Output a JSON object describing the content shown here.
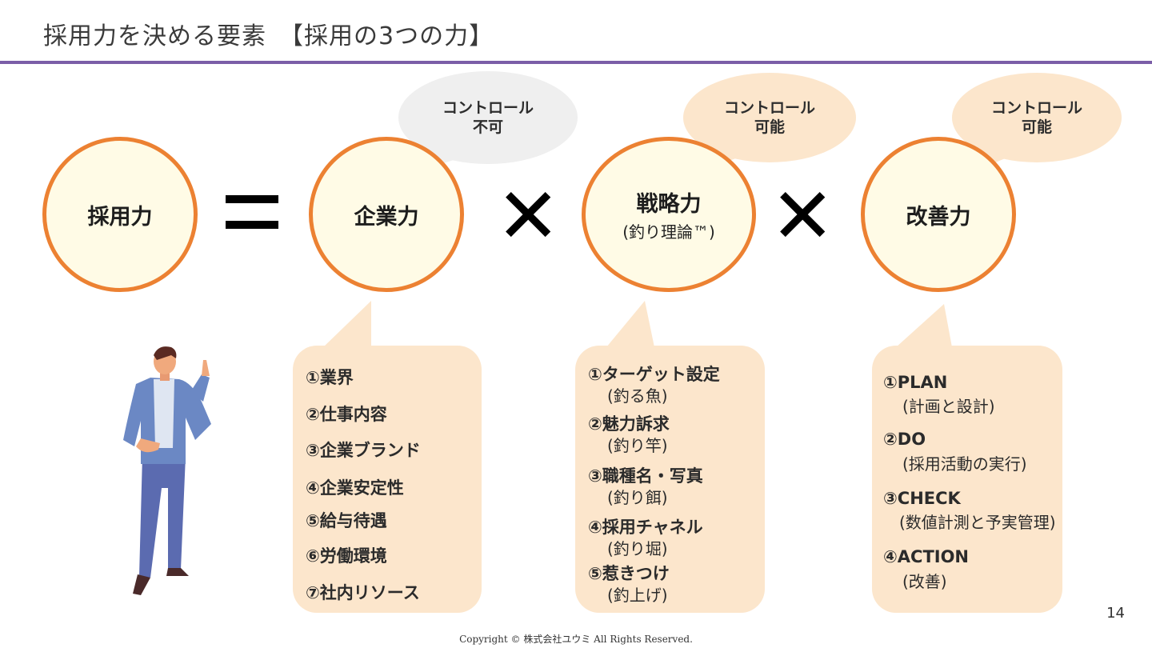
{
  "header": {
    "title": "採用力を決める要素　【採用の3つの力】"
  },
  "equation": {
    "lhs": "採用力",
    "factors": [
      {
        "main": "企業力",
        "sub": "",
        "bubble_line1": "コントロール",
        "bubble_line2": "不可"
      },
      {
        "main": "戦略力",
        "sub": "(釣り理論™)",
        "bubble_line1": "コントロール",
        "bubble_line2": "可能"
      },
      {
        "main": "改善力",
        "sub": "",
        "bubble_line1": "コントロール",
        "bubble_line2": "可能"
      }
    ]
  },
  "cards": {
    "company": [
      "①業界",
      "②仕事内容",
      "③企業ブランド",
      "④企業安定性",
      "⑤給与待遇",
      "⑥労働環境",
      "⑦社内リソース"
    ],
    "strategy": [
      {
        "title": "①ターゲット設定",
        "sub": "(釣る魚)"
      },
      {
        "title": "②魅力訴求",
        "sub": "(釣り竿)"
      },
      {
        "title": "③職種名・写真",
        "sub": "(釣り餌)"
      },
      {
        "title": "④採用チャネル",
        "sub": "(釣り堀)"
      },
      {
        "title": "⑤惹きつけ",
        "sub": "(釣上げ)"
      }
    ],
    "improve": [
      {
        "title": "①PLAN",
        "sub": "(計画と設計)"
      },
      {
        "title": "②DO",
        "sub": "(採用活動の実行)"
      },
      {
        "title": "③CHECK",
        "sub": "(数値計測と予実管理)"
      },
      {
        "title": "④ACTION",
        "sub": "(改善)"
      }
    ]
  },
  "colors": {
    "accent_rule": "#7b5ea7",
    "circle_border": "#ec8132",
    "circle_fill": "#fffbe6",
    "card_fill": "#fce6cc",
    "bubble_gray": "#efefef",
    "bubble_peach": "#fce6cc"
  },
  "icons": {
    "person": "person-pointing-illustration",
    "times": "multiply-icon",
    "equals": "equals-icon"
  },
  "footer": {
    "page_number": "14",
    "copyright": "Copyright © 株式会社ユウミ All Rights Reserved."
  }
}
